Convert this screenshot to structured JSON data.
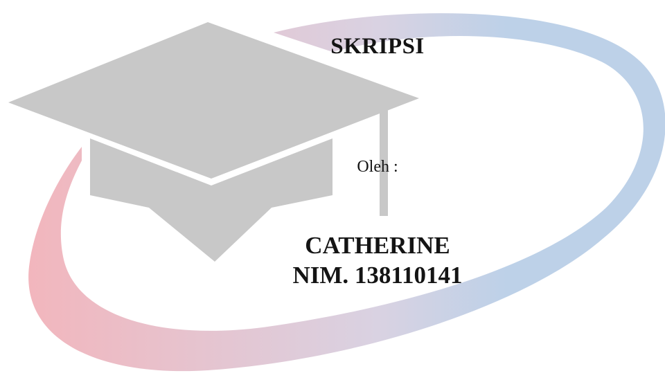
{
  "document": {
    "title": "SKRIPSI",
    "by_label": "Oleh :",
    "author_name": "CATHERINE",
    "student_id": "NIM. 138110141"
  },
  "colors": {
    "swoosh_left": "#f2b6bd",
    "swoosh_mid": "#d9d2e2",
    "swoosh_right": "#bdd1e8",
    "cap": "#c8c8c8",
    "text": "#141414"
  },
  "icons": {
    "emblem": "graduation-cap-icon",
    "ring": "swoosh-ring"
  }
}
